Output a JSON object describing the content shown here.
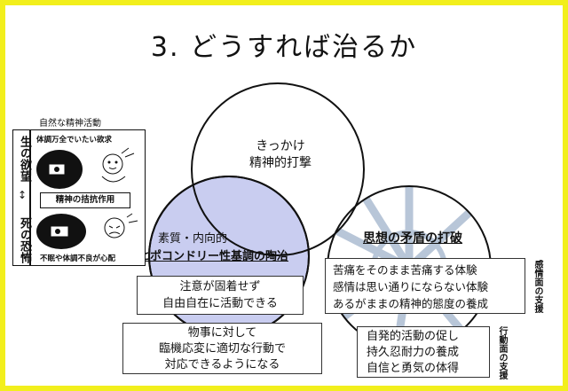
{
  "title": "3. どうすれば治るか",
  "left_panel": {
    "header": "自然な精神活動",
    "life_desire": "生の欲望",
    "death_fear": "死の恐怖",
    "top_caption": "体調万全でいたい欲求",
    "middle_label": "精神の拮抗作用",
    "bottom_caption": "不眠や体調不良が心配"
  },
  "circle_top": {
    "line1": "きっかけ",
    "line2": "精神的打撃"
  },
  "circle_left": {
    "line1": "素質・内向的",
    "line2": "ヒポコンドリー性基調の陶冶"
  },
  "circle_right": {
    "label": "思想の矛盾の打破"
  },
  "box_attention": {
    "line1": "注意が固着せず",
    "line2": "自由自在に活動できる"
  },
  "box_response": {
    "line1": "物事に対して",
    "line2": "臨機応変に適切な行動で",
    "line3": "対応できるようになる"
  },
  "box_emotional": {
    "line1": "苦痛をそのまま苦痛する体験",
    "line2": "感情は思い通りにならない体験",
    "line3": "あるがままの精神的態度の養成"
  },
  "box_behavioral": {
    "line1": "自発的活動の促し",
    "line2": "持久忍耐力の養成",
    "line3": "自信と勇気の体得"
  },
  "side_label_emotional": "感情面の支援",
  "side_label_behavioral": "行動面の支援",
  "colors": {
    "frame": "#f2ef1c",
    "circle_fill": "#c9cdf0",
    "spokes": "#b8c6d8"
  }
}
